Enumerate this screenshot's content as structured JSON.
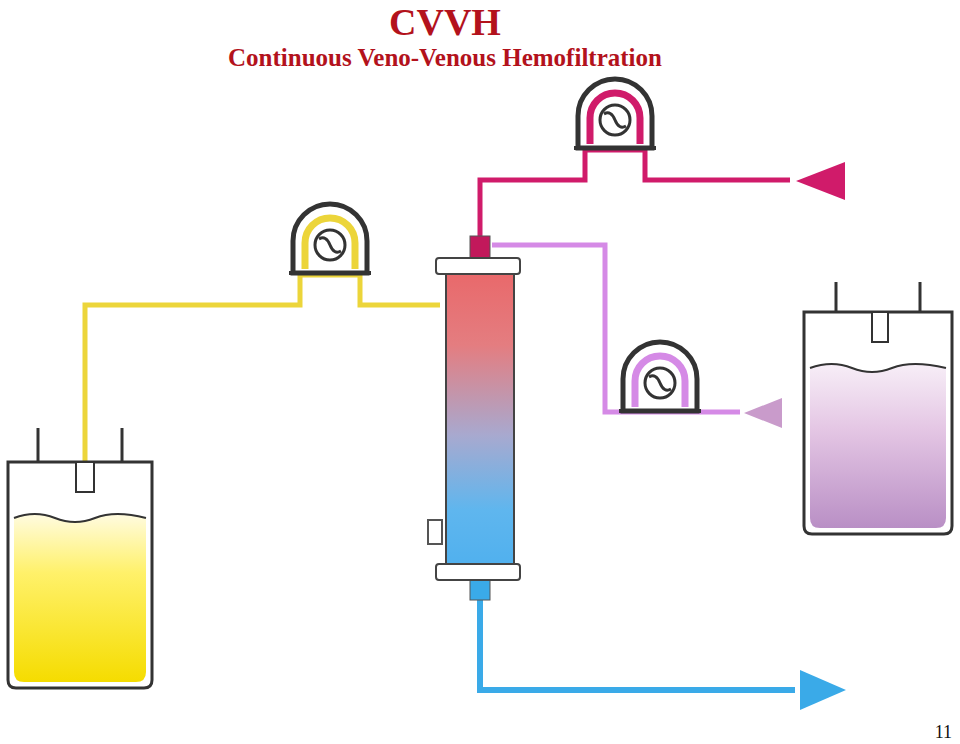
{
  "diagram": {
    "title": "CVVH",
    "labels": [
      "Continuous Veno-Venous Hemofiltration",
      "11"
    ]
  }
}
